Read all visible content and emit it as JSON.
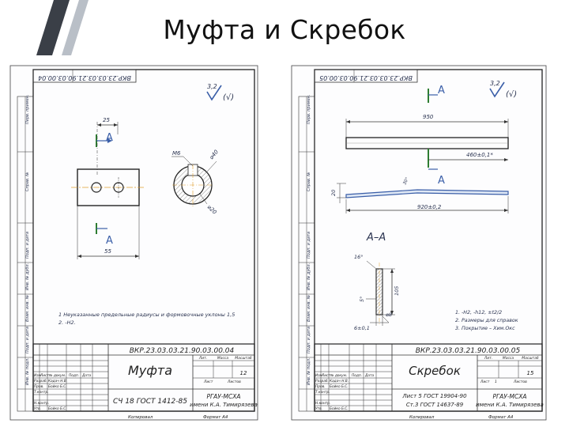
{
  "slide": {
    "title": "Муфта и Скребок",
    "colors": {
      "stripe_dark": "#3a3f47",
      "stripe_light": "#b9bfc7",
      "dim_blue": "#3a5ea8",
      "section_green": "#2e7d32"
    }
  },
  "left_sheet": {
    "rot_code": "ВКР.23.03.03.21.90.03.00.04",
    "roughness": "3,2",
    "roughness_suffix": "(√)",
    "section_letter_top": "A",
    "section_letter_bottom": "A",
    "dim_25": "25",
    "dim_55": "55",
    "dim_m6": "M6",
    "dim_dia40": "⌀40",
    "dim_dia20": "⌀20",
    "note_1": "1 Неуказанные предельные радиусы и формовочные уклоны 1,5",
    "note_2": "2. -Н2.",
    "tb_code": "ВКР.23.03.03.21.90.03.00.04",
    "tb_name": "Муфта",
    "tb_material": "СЧ 18 ГОСТ 1412-85",
    "tb_org_1": "РГАУ-МСХА",
    "tb_org_2": "имени К.А. Тимирязева",
    "tb_sheets": "12",
    "tb_head_lit": "Лит.",
    "tb_head_mass": "Масса",
    "tb_head_scale": "Масштаб",
    "tb_sheet": "Лист",
    "tb_sheets_label": "Листов",
    "tb_rows": [
      "Разраб.",
      "Пров.",
      "Т.контр.",
      "",
      "Н.контр.",
      "Утв."
    ],
    "tb_names": [
      "Кадач Н.В.",
      "Бойко Б.С.",
      "",
      "",
      "",
      "Бойко Б.С."
    ],
    "tb_change_head": [
      "Изм",
      "Лист",
      "№ докум.",
      "Подп.",
      "Дата"
    ],
    "footer_left": "Копировал",
    "footer_right": "Формат А4"
  },
  "right_sheet": {
    "rot_code": "ВКР.23.03.03.21.90.03.00.05",
    "roughness": "3,2",
    "roughness_suffix": "(√)",
    "section_letter_top": "A",
    "section_letter_bottom": "A",
    "dim_950": "950",
    "dim_460": "460±0,1*",
    "dim_920": "920±0,2",
    "dim_20": "20",
    "dim_angle": "30°",
    "section_title": "А–А",
    "dim_16": "16°",
    "dim_5": "5°",
    "dim_105": "105",
    "dim_8": "⌀8",
    "dim_6": "6±0,1",
    "note_1": "1. -Н2, -h12, ±t2/2",
    "note_2": "2. Размеры для справок",
    "note_3": "3. Покрытие – Хим.Окс",
    "tb_code": "ВКР.23.03.03.21.90.03.00.05",
    "tb_name": "Скребок",
    "tb_material_1": "Лист  5 ГОСТ 19904-90",
    "tb_material_2": "Ст.3 ГОСТ 14637-89",
    "tb_org_1": "РГАУ-МСХА",
    "tb_org_2": "имени К.А. Тимирязева",
    "tb_sheets": "15",
    "tb_sheet_num": "1",
    "tb_head_lit": "Лит.",
    "tb_head_mass": "Масса",
    "tb_head_scale": "Масштаб",
    "tb_sheet": "Лист",
    "tb_sheets_label": "Листов",
    "tb_rows": [
      "Разраб.",
      "Пров.",
      "Т.контр.",
      "",
      "Н.контр.",
      "Утв."
    ],
    "tb_names": [
      "Кадач Н.В.",
      "Бойко Б.С.",
      "",
      "",
      "",
      "Бойко Б.С."
    ],
    "tb_change_head": [
      "Изм",
      "Лист",
      "№ докум.",
      "Подп.",
      "Дата"
    ],
    "footer_left": "Копировал",
    "footer_right": "Формат А4"
  }
}
